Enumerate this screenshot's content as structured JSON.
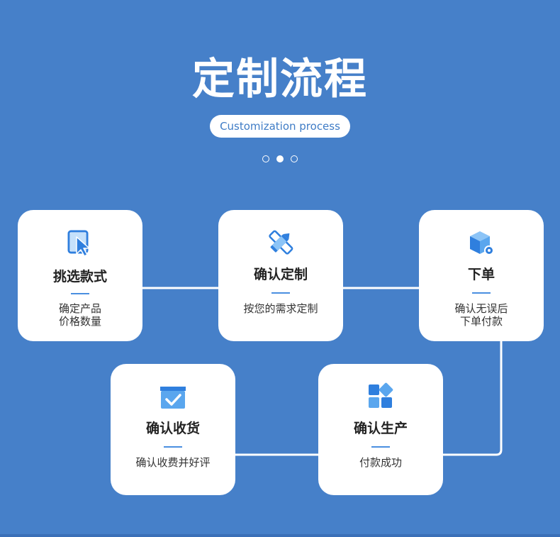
{
  "header": {
    "title": "定制流程",
    "subtitle": "Customization process",
    "pager": {
      "count": 3,
      "active_index": 1
    }
  },
  "steps": [
    {
      "name": "挑选款式",
      "desc": [
        "确定产品",
        "价格数量"
      ],
      "icon": "cursor-select-icon"
    },
    {
      "name": "确认定制",
      "desc": [
        "按您的需求定制"
      ],
      "icon": "pencil-ruler-icon"
    },
    {
      "name": "下单",
      "desc": [
        "确认无误后",
        "下单付款"
      ],
      "icon": "box-gear-icon"
    },
    {
      "name": "确认生产",
      "desc": [
        "付款成功"
      ],
      "icon": "app-grid-icon"
    },
    {
      "name": "确认收货",
      "desc": [
        "确认收费并好评"
      ],
      "icon": "box-check-icon"
    }
  ],
  "colors": {
    "background": "#4680c9",
    "card": "#ffffff",
    "accent": "#4a8fe0",
    "icon_light": "#8cc4f7",
    "icon_dark": "#2f7fde"
  }
}
